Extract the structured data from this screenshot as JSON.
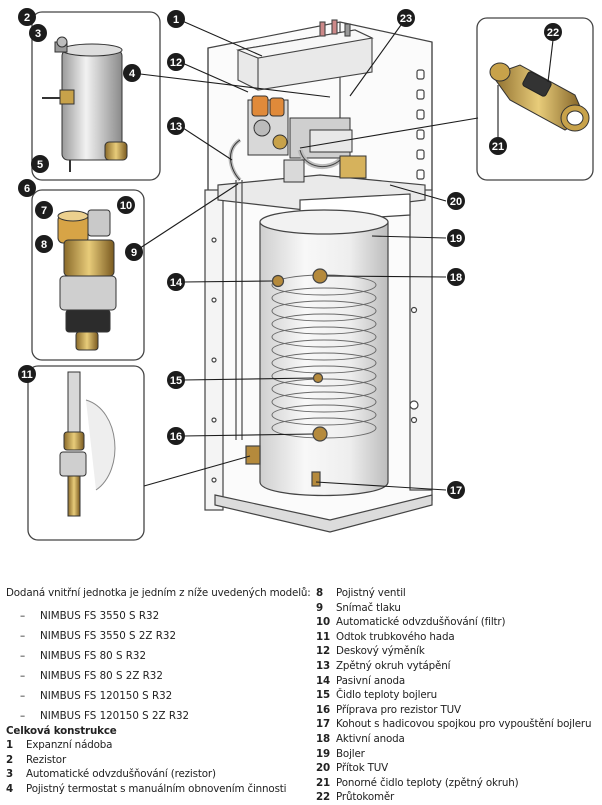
{
  "intro": "Dodaná vnitřní jednotka je jedním z níže uvedených modelů:",
  "models": [
    "NIMBUS FS 3550 S R32",
    "NIMBUS FS 3550 S 2Z R32",
    "NIMBUS FS 80 S R32",
    "NIMBUS FS 80 S 2Z R32",
    "NIMBUS FS 120150 S R32",
    "NIMBUS FS 120150 S 2Z R32"
  ],
  "model_dash": "–",
  "section_title": "Celková konstrukce",
  "items_left": [
    {
      "n": "1",
      "label": "Expanzní nádoba"
    },
    {
      "n": "2",
      "label": "Rezistor"
    },
    {
      "n": "3",
      "label": "Automatické odvzdušňování (rezistor)"
    },
    {
      "n": "4",
      "label": "Pojistný termostat s manuálním obnovením činnosti"
    }
  ],
  "items_right": [
    {
      "n": "8",
      "label": "Pojistný ventil"
    },
    {
      "n": "9",
      "label": "Snímač tlaku"
    },
    {
      "n": "10",
      "label": "Automatické odvzdušňování (filtr)"
    },
    {
      "n": "11",
      "label": "Odtok trubkového hada"
    },
    {
      "n": "12",
      "label": "Deskový výměník"
    },
    {
      "n": "13",
      "label": "Zpětný okruh vytápění"
    },
    {
      "n": "14",
      "label": "Pasivní anoda"
    },
    {
      "n": "15",
      "label": "Čidlo teploty bojleru"
    },
    {
      "n": "16",
      "label": "Příprava pro rezistor TUV"
    },
    {
      "n": "17",
      "label": "Kohout s hadicovou spojkou pro vypouštění bojleru"
    },
    {
      "n": "18",
      "label": "Aktivní anoda"
    },
    {
      "n": "19",
      "label": "Bojler"
    },
    {
      "n": "20",
      "label": "Přítok TUV"
    },
    {
      "n": "21",
      "label": "Ponorné čidlo teploty (zpětný okruh)"
    },
    {
      "n": "22",
      "label": "Průtokoměr"
    }
  ],
  "callouts": [
    "1",
    "2",
    "3",
    "4",
    "5",
    "6",
    "7",
    "8",
    "9",
    "10",
    "11",
    "12",
    "13",
    "14",
    "15",
    "16",
    "17",
    "18",
    "19",
    "20",
    "21",
    "22",
    "23"
  ]
}
